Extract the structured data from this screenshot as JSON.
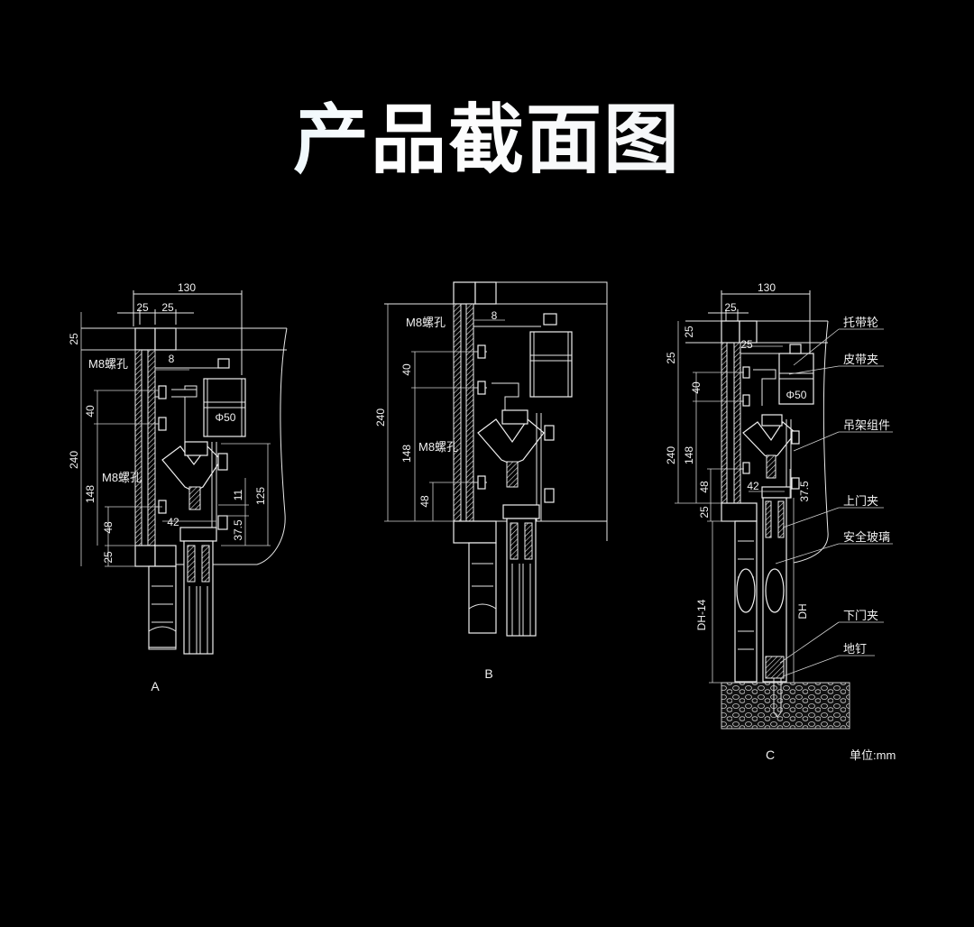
{
  "title": "产品截面图",
  "unit_label": "单位:mm",
  "drawings": {
    "A": {
      "caption": "A",
      "dims": [
        "130",
        "25",
        "25",
        "25",
        "8",
        "40",
        "240",
        "148",
        "48",
        "25",
        "11",
        "125",
        "37.5",
        "42"
      ],
      "labels": [
        "M8螺孔",
        "M8螺孔",
        "Φ50"
      ]
    },
    "B": {
      "caption": "B",
      "dims": [
        "8",
        "40",
        "240",
        "148",
        "48"
      ],
      "labels": [
        "M8螺孔",
        "M8螺孔"
      ]
    },
    "C": {
      "caption": "C",
      "dims": [
        "130",
        "25",
        "25",
        "25",
        "25",
        "40",
        "240",
        "148",
        "48",
        "42",
        "37.5",
        "25",
        "DH-14",
        "DH"
      ],
      "labels": [
        "Φ50"
      ],
      "callouts": [
        "托带轮",
        "皮带夹",
        "吊架组件",
        "上门夹",
        "安全玻璃",
        "下门夹",
        "地钉"
      ]
    }
  }
}
